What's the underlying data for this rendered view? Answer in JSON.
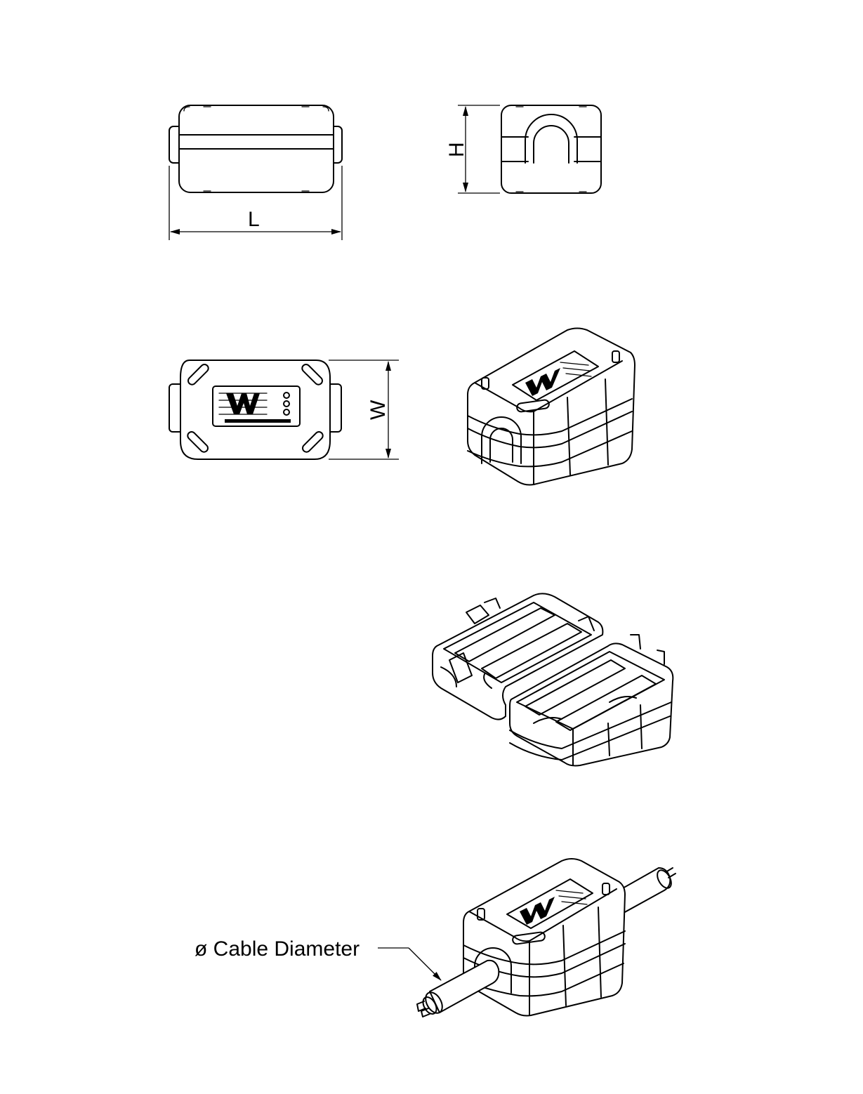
{
  "dimensions": {
    "length_label": "L",
    "height_label": "H",
    "width_label": "W"
  },
  "callout": {
    "cable_diameter": "ø Cable Diameter"
  }
}
